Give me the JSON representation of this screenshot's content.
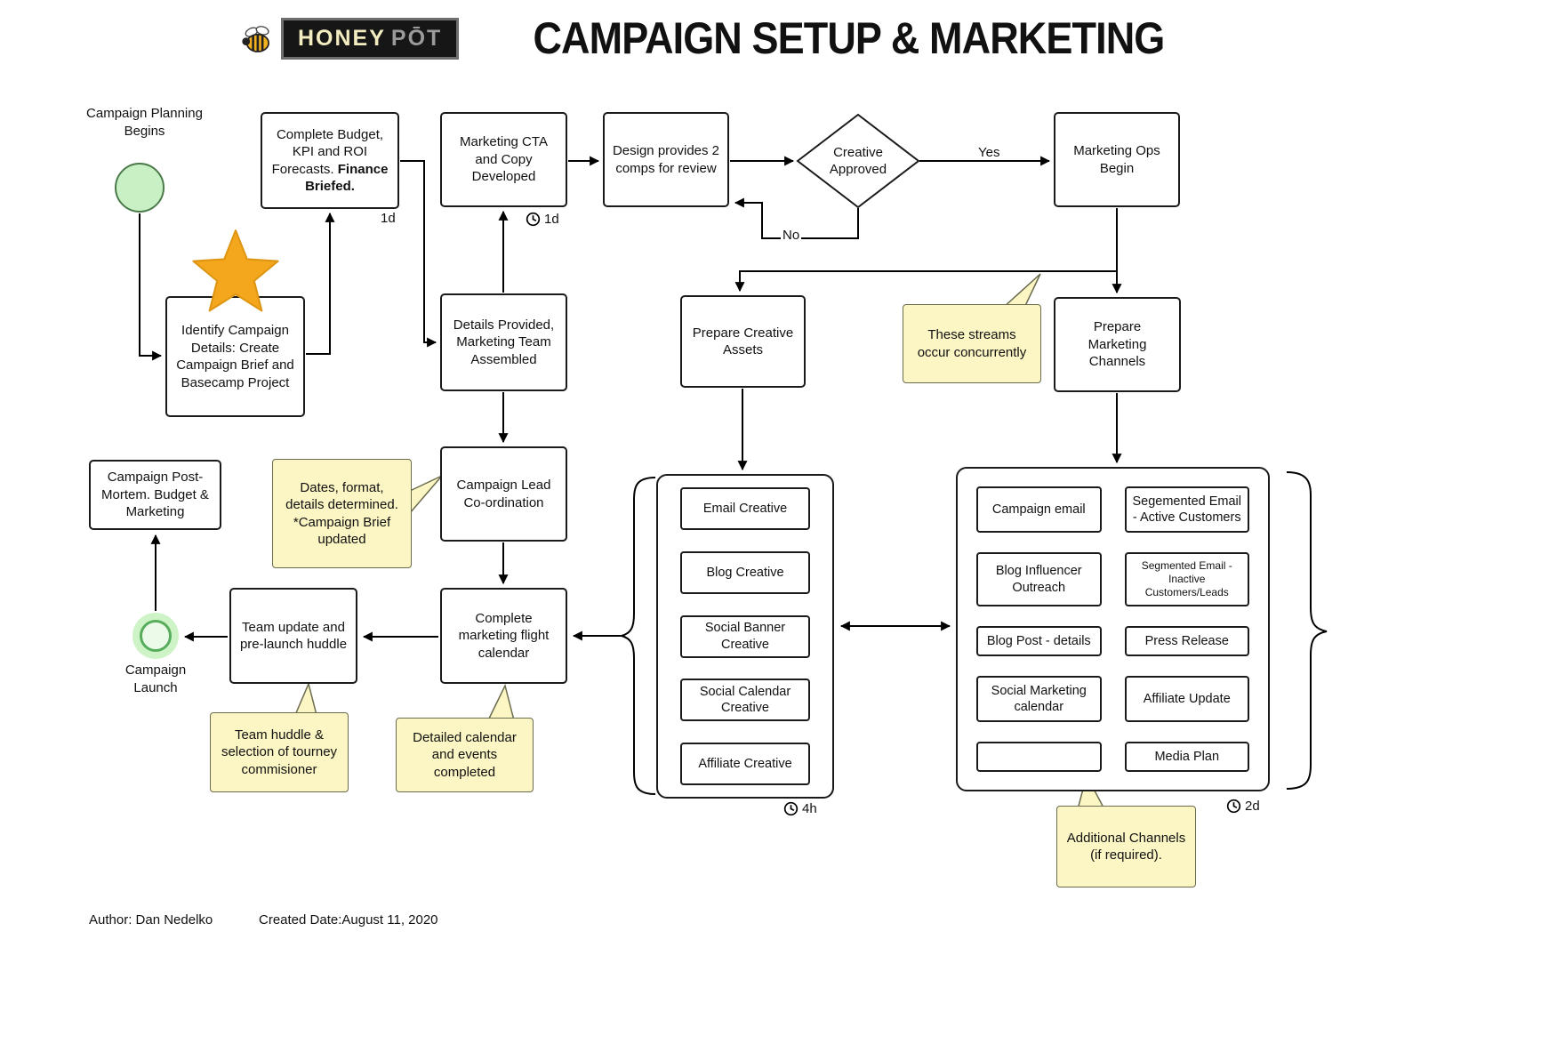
{
  "header": {
    "title": "CAMPAIGN SETUP & MARKETING",
    "logo_primary": "HONEY",
    "logo_secondary": "PŌT"
  },
  "colors": {
    "note_yellow": "#FBF6C3",
    "star_orange": "#F4A71D",
    "start_green": "#C9F0C4",
    "launch_green": "#58ad5c"
  },
  "icons": {
    "bee": "bee-icon",
    "star": "star-icon",
    "clock": "clock-icon"
  },
  "flow": {
    "start_label": "Campaign Planning Begins",
    "identify": "Identify Campaign Details: Create Campaign Brief and Basecamp Project",
    "budget_text": "Complete Budget, KPI and ROI Forecasts. ",
    "budget_bold": "Finance Briefed.",
    "budget_duration": "1d",
    "cta": "Marketing CTA and Copy Developed",
    "cta_duration": "1d",
    "design": "Design provides 2 comps for review",
    "decision": "Creative Approved",
    "label_yes": "Yes",
    "label_no": "No",
    "ops": "Marketing Ops Begin",
    "details": "Details Provided, Marketing Team Assembled",
    "prepare_creative": "Prepare Creative Assets",
    "prepare_channels": "Prepare Marketing Channels",
    "lead": "Campaign Lead Co-ordination",
    "postmortem": "Campaign Post-Mortem. Budget & Marketing",
    "flight": "Complete marketing flight calendar",
    "team_update": "Team update and pre-launch huddle",
    "launch_label": "Campaign Launch"
  },
  "notes": {
    "concurrent": "These streams occur concurrently",
    "dates": "Dates, format, details determined. *Campaign Brief updated",
    "huddle": "Team huddle & selection of tourney commisioner",
    "calendar": "Detailed calendar and events completed",
    "additional": "Additional Channels (if required)."
  },
  "creative_group": {
    "items": [
      "Email Creative",
      "Blog Creative",
      "Social Banner Creative",
      "Social Calendar Creative",
      "Affiliate Creative"
    ],
    "duration": "4h"
  },
  "channels_group": {
    "left_items": [
      "Campaign email",
      "Blog Influencer Outreach",
      "Blog Post - details",
      "Social Marketing calendar",
      ""
    ],
    "right_items": [
      "Segemented Email - Active Customers",
      "Segmented Email - Inactive Customers/Leads",
      "Press Release",
      "Affiliate Update",
      "Media Plan"
    ],
    "duration": "2d"
  },
  "footer": {
    "author": "Author: Dan Nedelko",
    "created": "Created Date:August 11, 2020"
  }
}
